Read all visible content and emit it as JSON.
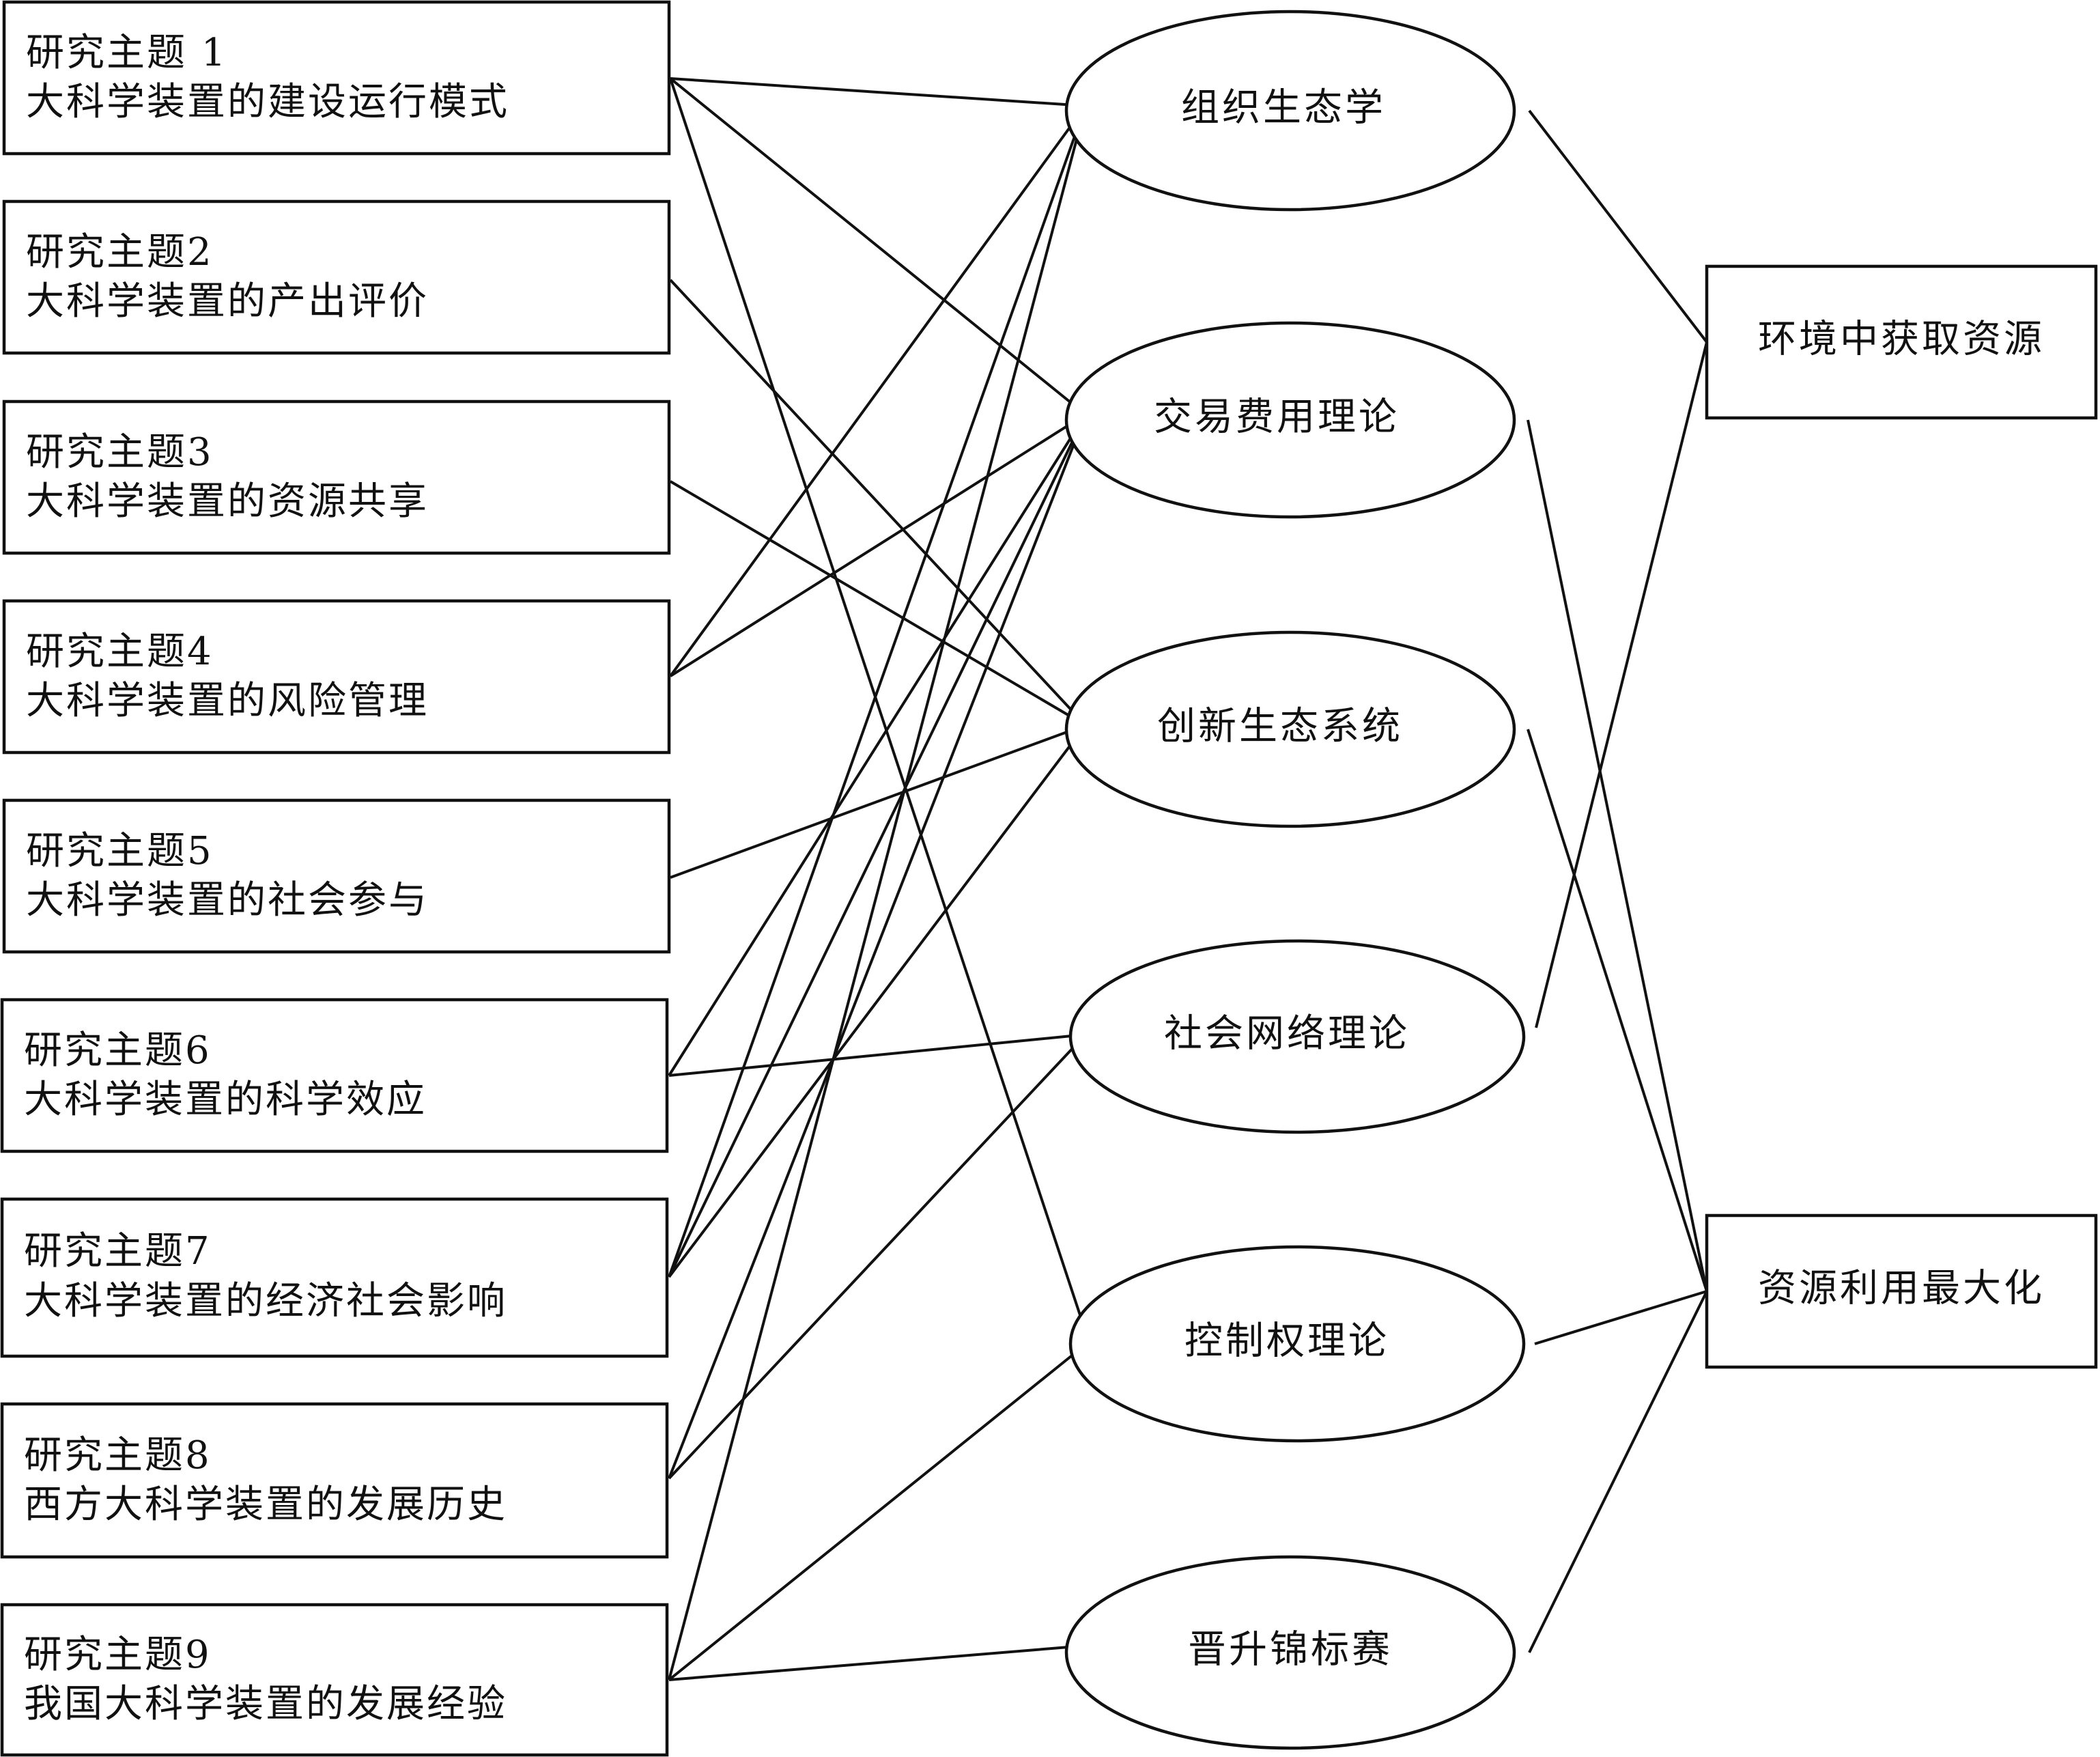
{
  "topics": [
    {
      "line1": "研究主题 1",
      "line2": "大科学装置的建设运行模式"
    },
    {
      "line1": "研究主题2",
      "line2": "大科学装置的产出评价"
    },
    {
      "line1": "研究主题3",
      "line2": "大科学装置的资源共享"
    },
    {
      "line1": "研究主题4",
      "line2": "大科学装置的风险管理"
    },
    {
      "line1": "研究主题5",
      "line2": "大科学装置的社会参与"
    },
    {
      "line1": "研究主题6",
      "line2": "大科学装置的科学效应"
    },
    {
      "line1": "研究主题7",
      "line2": "大科学装置的经济社会影响"
    },
    {
      "line1": "研究主题8",
      "line2": "西方大科学装置的发展历史"
    },
    {
      "line1": "研究主题9",
      "line2": "我国大科学装置的发展经验"
    }
  ],
  "theories": [
    {
      "label": "组织生态学"
    },
    {
      "label": "交易费用理论"
    },
    {
      "label": "创新生态系统"
    },
    {
      "label": "社会网络理论"
    },
    {
      "label": "控制权理论"
    },
    {
      "label": "晋升锦标赛"
    }
  ],
  "outcomes": [
    {
      "label": "环境中获取资源"
    },
    {
      "label": "资源利用最大化"
    }
  ],
  "topic_theory_links": [
    [
      0,
      0
    ],
    [
      0,
      1
    ],
    [
      0,
      4
    ],
    [
      1,
      2
    ],
    [
      2,
      2
    ],
    [
      3,
      0
    ],
    [
      3,
      1
    ],
    [
      4,
      2
    ],
    [
      5,
      1
    ],
    [
      5,
      3
    ],
    [
      6,
      0
    ],
    [
      6,
      1
    ],
    [
      6,
      2
    ],
    [
      7,
      1
    ],
    [
      7,
      3
    ],
    [
      8,
      0
    ],
    [
      8,
      4
    ],
    [
      8,
      5
    ]
  ],
  "theory_outcome_links": [
    [
      0,
      0
    ],
    [
      1,
      1
    ],
    [
      2,
      1
    ],
    [
      3,
      0
    ],
    [
      4,
      1
    ],
    [
      5,
      1
    ]
  ]
}
